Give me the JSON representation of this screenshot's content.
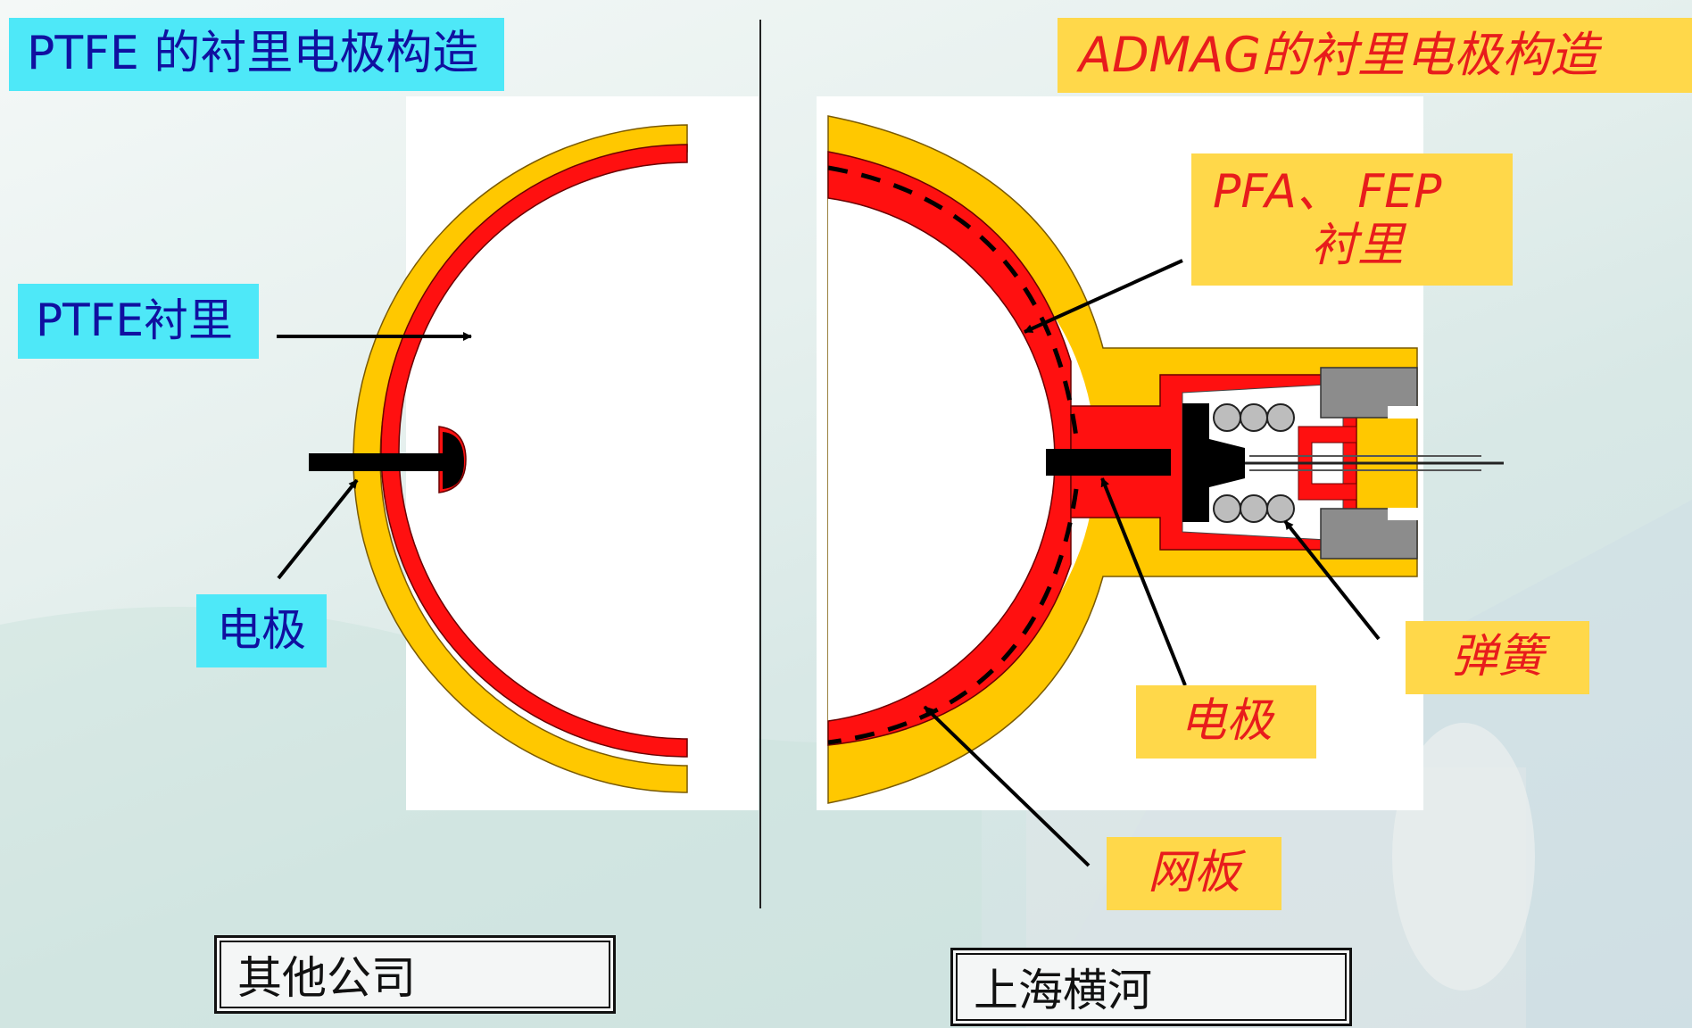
{
  "left_section": {
    "title": "PTFE 的衬里电极构造",
    "lining_label": "PTFE衬里",
    "electrode_label": "电极",
    "company_label": "其他公司"
  },
  "right_section": {
    "title": "ADMAG的衬里电极构造",
    "lining_label_line1": "PFA、 FEP",
    "lining_label_line2": "衬里",
    "spring_label": "弹簧",
    "electrode_label": "电极",
    "mesh_label": "网板",
    "company_label": "上海横河"
  },
  "colors": {
    "cyan_label": "#4ee8f8",
    "yellow_label": "#ffd84a",
    "blue_text": "#1010a0",
    "red_text": "#e81c1c",
    "lining_red": "#ff1010",
    "body_yellow": "#ffc800",
    "metal_gray": "#8c8c8c"
  }
}
